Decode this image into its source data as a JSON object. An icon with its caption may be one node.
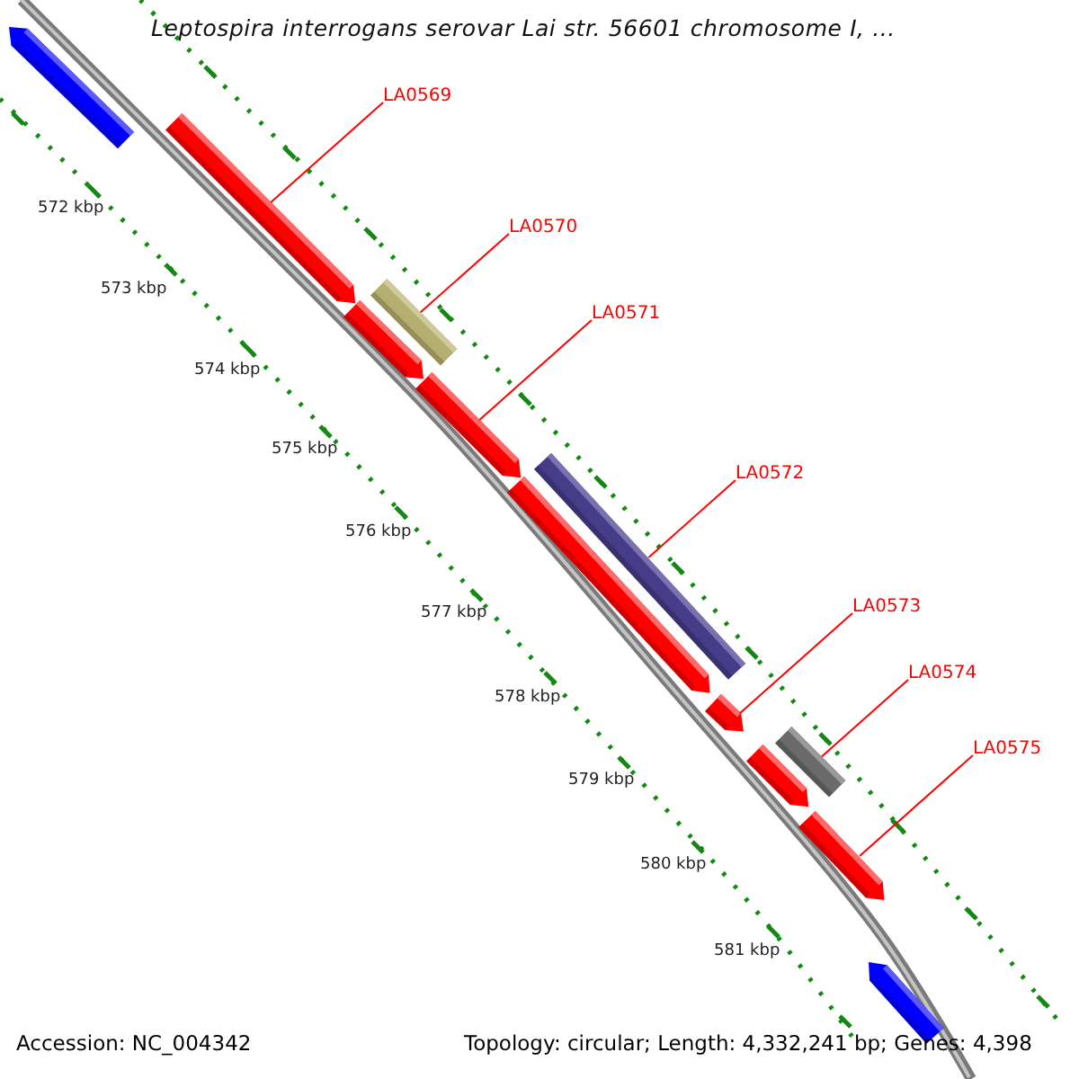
{
  "diagram": {
    "title": "Leptospira interrogans serovar Lai str. 56601 chromosome I, ...",
    "nodes": [
      {
        "text": [],
        "shape": "pentagon"
      },
      {
        "text": [],
        "shape": "pentagon"
      },
      {
        "text": [],
        "shape": "pentagon"
      },
      {
        "text": [],
        "shape": "bar"
      },
      {
        "text": [],
        "shape": "pentagon"
      },
      {
        "text": [],
        "shape": "pentagon"
      },
      {
        "text": [],
        "shape": "bar"
      },
      {
        "text": [],
        "shape": "pentagon"
      },
      {
        "text": [],
        "shape": "bar"
      },
      {
        "text": [],
        "shape": "pentagon"
      },
      {
        "text": [],
        "shape": "pentagon"
      },
      {
        "text": [],
        "shape": "pentagon"
      },
      {
        "text": [
          "LA0569"
        ]
      },
      {
        "text": [
          "LA0570"
        ]
      },
      {
        "text": [
          "LA0571"
        ]
      },
      {
        "text": [
          "LA0572"
        ]
      },
      {
        "text": [
          "LA0573"
        ]
      },
      {
        "text": [
          "LA0574"
        ]
      },
      {
        "text": [
          "LA0575"
        ]
      }
    ],
    "edges": [
      {
        "from": 12,
        "to": 1,
        "arrow": "none"
      },
      {
        "from": 13,
        "to": 3,
        "arrow": "none"
      },
      {
        "from": 14,
        "to": 4,
        "arrow": "none"
      },
      {
        "from": 15,
        "to": 6,
        "arrow": "none"
      },
      {
        "from": 16,
        "to": 7,
        "arrow": "none"
      },
      {
        "from": 17,
        "to": 8,
        "arrow": "none"
      },
      {
        "from": 18,
        "to": 10,
        "arrow": "none"
      }
    ],
    "labels": [
      "572 kbp",
      "573 kbp",
      "574 kbp",
      "575 kbp",
      "576 kbp",
      "577 kbp",
      "578 kbp",
      "579 kbp",
      "580 kbp",
      "581 kbp",
      "Accession: NC_004342",
      "Topology: circular; Length: 4,332,241 bp; Genes: 4,398"
    ]
  }
}
